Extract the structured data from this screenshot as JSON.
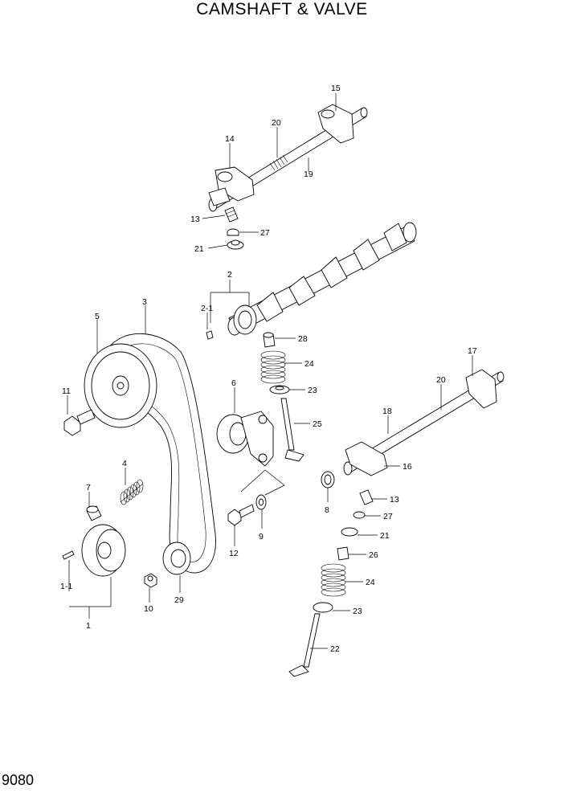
{
  "title": "CAMSHAFT & VALVE",
  "page_number": "9080",
  "callouts": [
    {
      "id": "c15",
      "text": "15"
    },
    {
      "id": "c20a",
      "text": "20"
    },
    {
      "id": "c14",
      "text": "14"
    },
    {
      "id": "c19",
      "text": "19"
    },
    {
      "id": "c13a",
      "text": "13"
    },
    {
      "id": "c27a",
      "text": "27"
    },
    {
      "id": "c21a",
      "text": "21"
    },
    {
      "id": "c2",
      "text": "2"
    },
    {
      "id": "c2-1",
      "text": "2-1"
    },
    {
      "id": "c3",
      "text": "3"
    },
    {
      "id": "c5",
      "text": "5"
    },
    {
      "id": "c28",
      "text": "28"
    },
    {
      "id": "c24a",
      "text": "24"
    },
    {
      "id": "c17",
      "text": "17"
    },
    {
      "id": "c11",
      "text": "11"
    },
    {
      "id": "c6",
      "text": "6"
    },
    {
      "id": "c23a",
      "text": "23"
    },
    {
      "id": "c20b",
      "text": "20"
    },
    {
      "id": "c25",
      "text": "25"
    },
    {
      "id": "c18",
      "text": "18"
    },
    {
      "id": "c16",
      "text": "16"
    },
    {
      "id": "c4",
      "text": "4"
    },
    {
      "id": "c7",
      "text": "7"
    },
    {
      "id": "c8",
      "text": "8"
    },
    {
      "id": "c13b",
      "text": "13"
    },
    {
      "id": "c27b",
      "text": "27"
    },
    {
      "id": "c9",
      "text": "9"
    },
    {
      "id": "c12",
      "text": "12"
    },
    {
      "id": "c21b",
      "text": "21"
    },
    {
      "id": "c26",
      "text": "26"
    },
    {
      "id": "c24b",
      "text": "24"
    },
    {
      "id": "c1-1",
      "text": "1-1"
    },
    {
      "id": "c10",
      "text": "10"
    },
    {
      "id": "c29",
      "text": "29"
    },
    {
      "id": "c23b",
      "text": "23"
    },
    {
      "id": "c1",
      "text": "1"
    },
    {
      "id": "c22",
      "text": "22"
    }
  ]
}
